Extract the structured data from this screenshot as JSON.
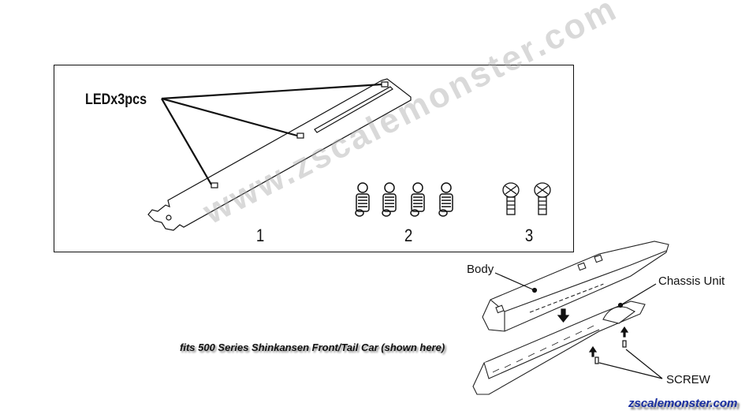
{
  "parts_box": {
    "led_label": "LEDx3pcs",
    "part_numbers": [
      "1",
      "2",
      "3"
    ]
  },
  "assembly": {
    "body_label": "Body",
    "chassis_label": "Chassis Unit",
    "screw_label": "SCREW"
  },
  "caption": "fits 500 Series Shinkansen Front/Tail Car (shown here)",
  "watermark": "www.zscalemonster.com",
  "site_credit": "zscalemonster.com"
}
